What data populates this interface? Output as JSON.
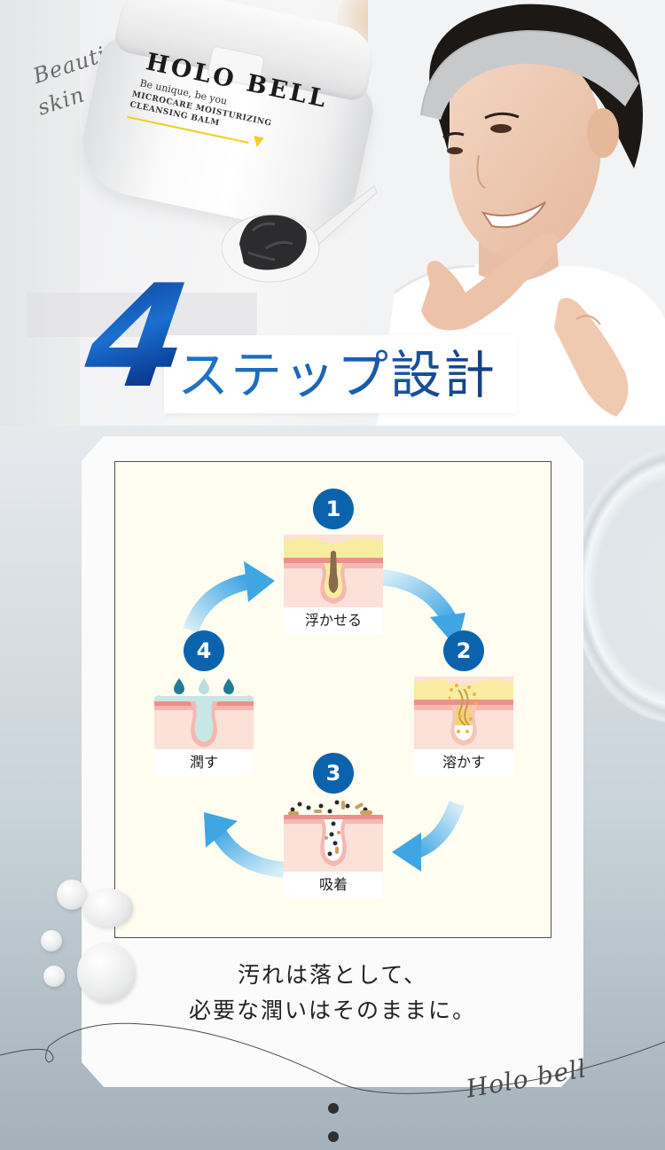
{
  "hero": {
    "script_line1": "Beautif",
    "script_line2": "skin",
    "product": {
      "brand": "HOLO BELL",
      "tagline": "Be unique, be you",
      "line1": "MICROCARE MOISTURIZING",
      "line2": "CLEANSING BALM",
      "accent_color": "#f0cf25"
    },
    "title": {
      "number": "4",
      "text": "ステップ設計",
      "color_primary": "#0c4da2",
      "color_secondary": "#1e76c8"
    }
  },
  "diagram": {
    "background": "#fffdf0",
    "badge_color": "#0c63ad",
    "arrow_color": "#4fb3e8",
    "steps": [
      {
        "number": "1",
        "label": "浮かせる"
      },
      {
        "number": "2",
        "label": "溶かす"
      },
      {
        "number": "3",
        "label": "吸着"
      },
      {
        "number": "4",
        "label": "潤す"
      }
    ]
  },
  "caption": {
    "line1": "汚れは落として、",
    "line2": "必要な潤いはそのままに。"
  },
  "signature": "Holo bell",
  "pagination": {
    "dots": 2
  }
}
